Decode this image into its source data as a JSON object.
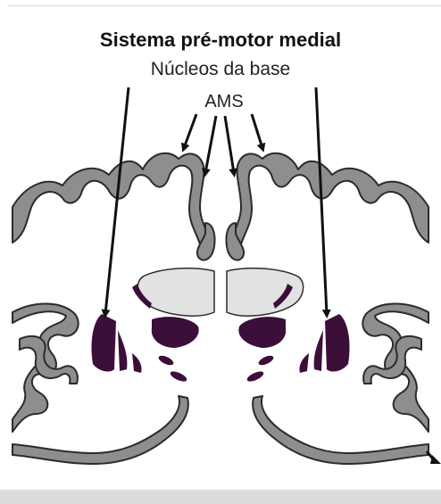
{
  "figure": {
    "title": "Sistema pré-motor medial",
    "label_basal_nuclei": "Núcleos da base",
    "label_sma": "AMS"
  },
  "colors": {
    "cortex": "#8e8e8e",
    "cortex_outline": "#2b2b2b",
    "basal_nuclei": "#3b0f3a",
    "thalamus": "#e2e2e2",
    "arrow": "#111111",
    "background": "#ffffff"
  }
}
